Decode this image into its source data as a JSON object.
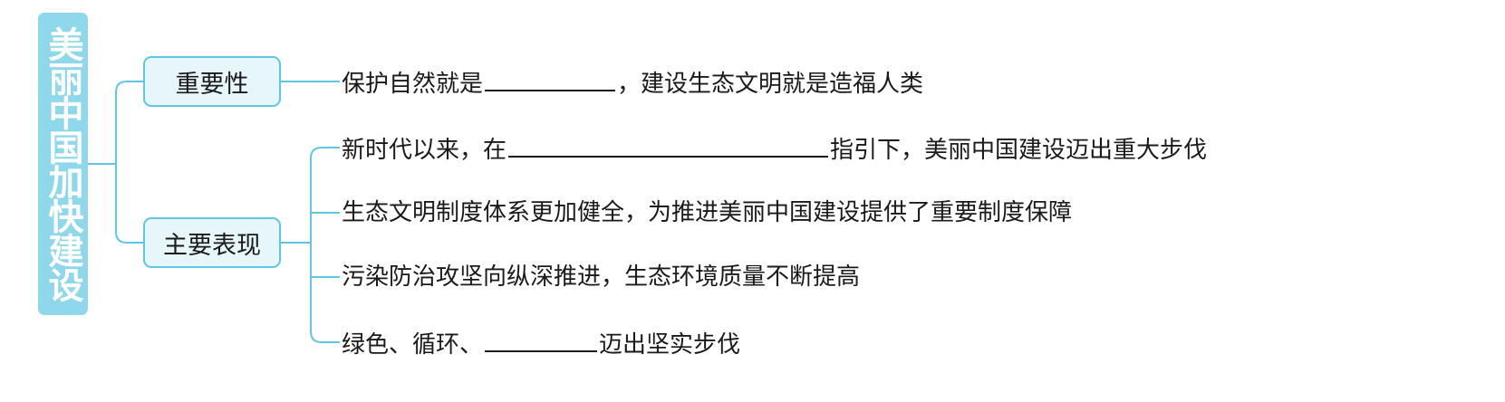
{
  "root": {
    "title": "美丽中国加快建设"
  },
  "branches": [
    {
      "label": "重要性",
      "leaves": [
        {
          "before": "保护自然就是",
          "blank": true,
          "after": "，建设生态文明就是造福人类"
        }
      ]
    },
    {
      "label": "主要表现",
      "leaves": [
        {
          "before": "新时代以来，在",
          "blank": true,
          "after": "指引下，美丽中国建设迈出重大步伐"
        },
        {
          "before": "生态文明制度体系更加健全，为推进美丽中国建设提供了重要制度保障",
          "blank": false,
          "after": ""
        },
        {
          "before": "污染防治攻坚向纵深推进，生态环境质量不断提高",
          "blank": false,
          "after": ""
        },
        {
          "before": "绿色、循环、",
          "blank": true,
          "after": "迈出坚实步伐"
        }
      ]
    }
  ],
  "colors": {
    "root_fill": "#8fd8ec",
    "branch_fill": "#e7f6fb",
    "branch_border": "#5fc6e4",
    "connector": "#5fc6e4",
    "text": "#1a1a1a"
  }
}
